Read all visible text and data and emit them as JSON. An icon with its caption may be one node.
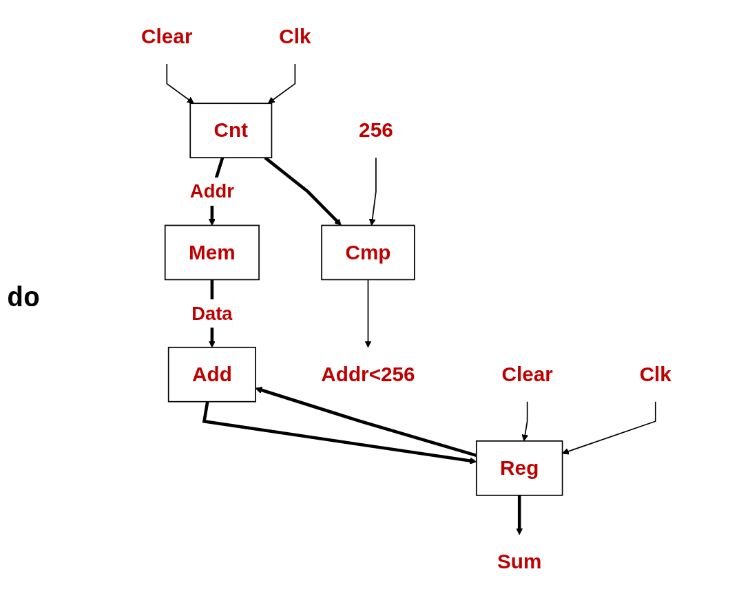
{
  "diagram": {
    "nodes": [
      {
        "text": [
          "Cnt"
        ]
      },
      {
        "text": [
          "Mem"
        ]
      },
      {
        "text": [
          "Cmp"
        ]
      },
      {
        "text": [
          "Add"
        ]
      },
      {
        "text": [
          "Reg"
        ]
      },
      {
        "text": [
          "Clear"
        ]
      },
      {
        "text": [
          "Clk"
        ]
      },
      {
        "text": [
          "256"
        ]
      },
      {
        "text": [
          "Addr<256"
        ]
      },
      {
        "text": [
          "Clear"
        ]
      },
      {
        "text": [
          "Clk"
        ]
      },
      {
        "text": [
          "Sum"
        ]
      }
    ],
    "edges": [
      {
        "from": 5,
        "to": 0,
        "arrow": "to"
      },
      {
        "from": 6,
        "to": 0,
        "arrow": "to"
      },
      {
        "from": 0,
        "to": 1,
        "arrow": "to",
        "label": "Addr",
        "style": "thick"
      },
      {
        "from": 0,
        "to": 2,
        "arrow": "to",
        "style": "thick"
      },
      {
        "from": 7,
        "to": 2,
        "arrow": "to"
      },
      {
        "from": 2,
        "to": 8,
        "arrow": "to"
      },
      {
        "from": 1,
        "to": 3,
        "arrow": "to",
        "label": "Data",
        "style": "thick"
      },
      {
        "from": 3,
        "to": 4,
        "arrow": "to",
        "style": "thick"
      },
      {
        "from": 9,
        "to": 4,
        "arrow": "to"
      },
      {
        "from": 10,
        "to": 4,
        "arrow": "to"
      },
      {
        "from": 4,
        "to": 11,
        "arrow": "to",
        "style": "thick"
      },
      {
        "from": 4,
        "to": 3,
        "arrow": "to",
        "style": "thick"
      }
    ],
    "labels": [
      "do"
    ]
  }
}
